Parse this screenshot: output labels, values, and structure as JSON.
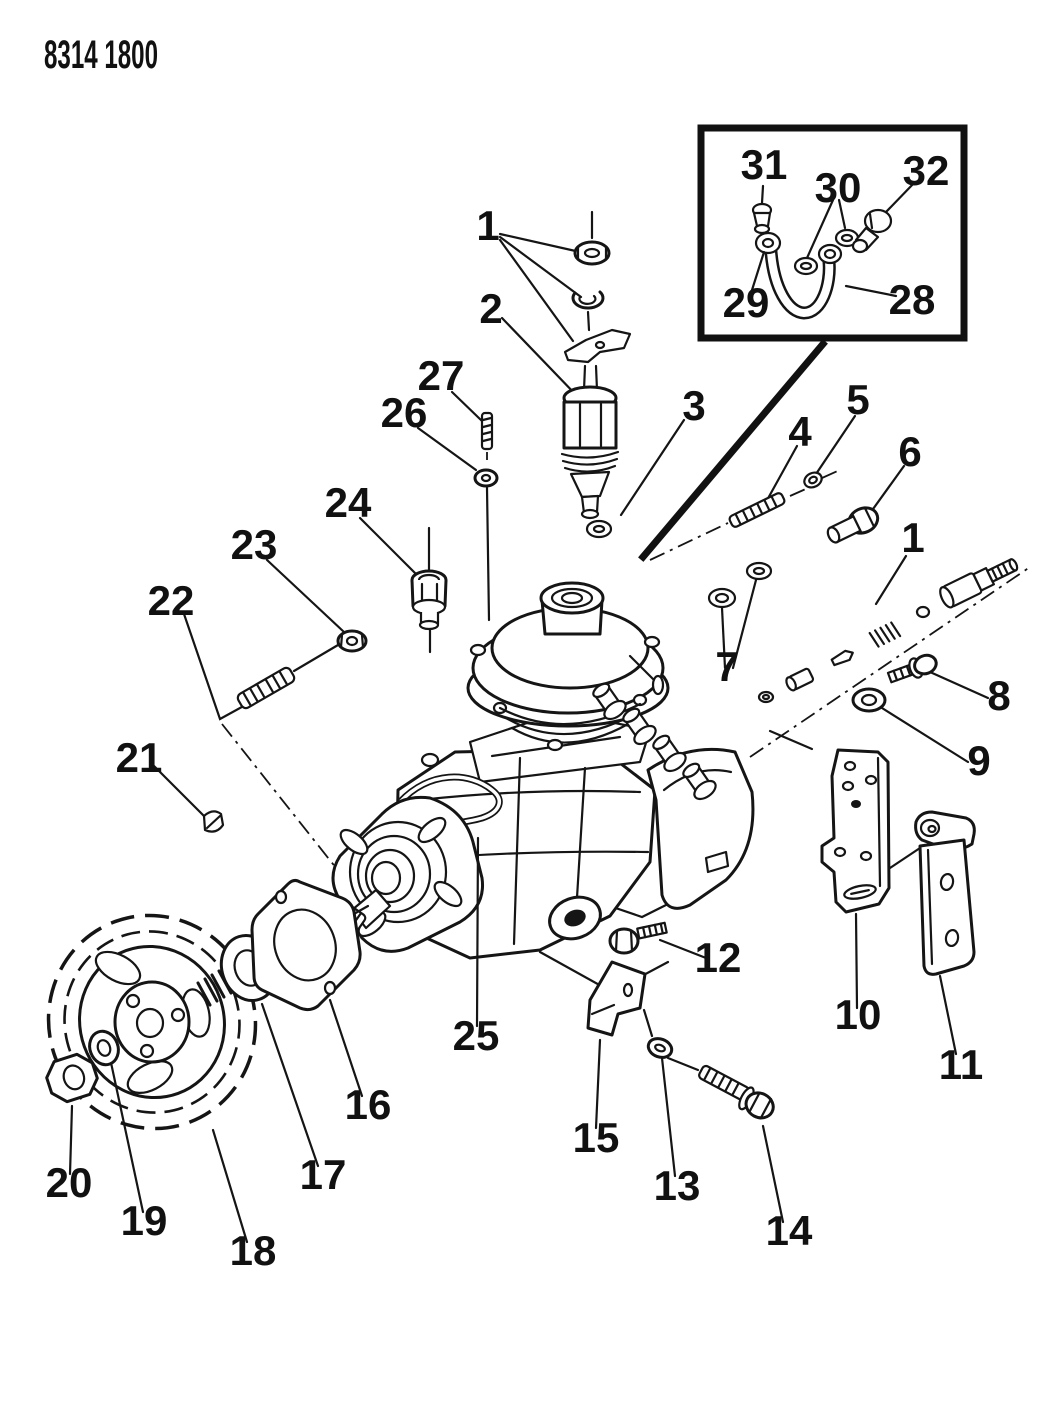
{
  "figure": {
    "id_label": "8314 1800"
  },
  "callouts": [
    {
      "id": "1-top",
      "label": "1"
    },
    {
      "id": "2",
      "label": "2"
    },
    {
      "id": "3",
      "label": "3"
    },
    {
      "id": "4",
      "label": "4"
    },
    {
      "id": "5",
      "label": "5"
    },
    {
      "id": "6",
      "label": "6"
    },
    {
      "id": "7",
      "label": "7"
    },
    {
      "id": "8",
      "label": "8"
    },
    {
      "id": "9",
      "label": "9"
    },
    {
      "id": "10",
      "label": "10"
    },
    {
      "id": "11",
      "label": "11"
    },
    {
      "id": "12",
      "label": "12"
    },
    {
      "id": "13",
      "label": "13"
    },
    {
      "id": "14",
      "label": "14"
    },
    {
      "id": "15",
      "label": "15"
    },
    {
      "id": "16",
      "label": "16"
    },
    {
      "id": "17",
      "label": "17"
    },
    {
      "id": "18",
      "label": "18"
    },
    {
      "id": "19",
      "label": "19"
    },
    {
      "id": "20",
      "label": "20"
    },
    {
      "id": "21",
      "label": "21"
    },
    {
      "id": "22",
      "label": "22"
    },
    {
      "id": "23",
      "label": "23"
    },
    {
      "id": "24",
      "label": "24"
    },
    {
      "id": "25",
      "label": "25"
    },
    {
      "id": "26",
      "label": "26"
    },
    {
      "id": "27",
      "label": "27"
    },
    {
      "id": "1-right",
      "label": "1"
    },
    {
      "id": "28",
      "label": "28"
    },
    {
      "id": "29",
      "label": "29"
    },
    {
      "id": "30",
      "label": "30"
    },
    {
      "id": "31",
      "label": "31"
    },
    {
      "id": "32",
      "label": "32"
    }
  ]
}
